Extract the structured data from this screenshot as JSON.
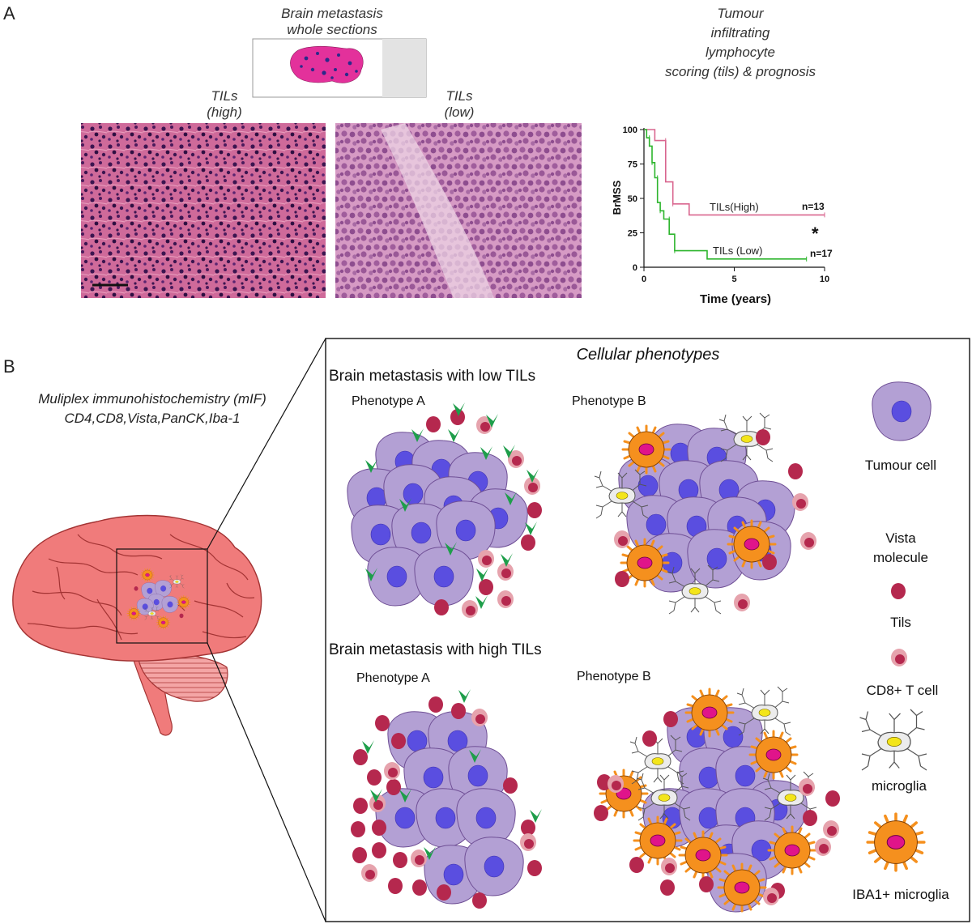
{
  "panel_a": {
    "label": "A",
    "slide_caption_line1": "Brain metastasis",
    "slide_caption_line2": "whole sections",
    "tils_high_line1": "TILs",
    "tils_high_line2": "(high)",
    "tils_low_line1": "TILs",
    "tils_low_line2": "(low)",
    "scoring_title_line1": "Tumour",
    "scoring_title_line2": "infiltrating",
    "scoring_title_line3": "lymphocyte",
    "scoring_title_line4": "scoring (tils) & prognosis"
  },
  "chart_data": {
    "type": "line",
    "title": "",
    "xlabel": "Time (years)",
    "ylabel": "BrMSS",
    "xlim": [
      0,
      10
    ],
    "ylim": [
      0,
      100
    ],
    "xticks": [
      0,
      5,
      10
    ],
    "yticks": [
      0,
      25,
      50,
      75,
      100
    ],
    "significance": "*",
    "series": [
      {
        "name": "TILs(High)",
        "n_label": "n=13",
        "color": "#d9668f",
        "steps": [
          [
            0,
            100
          ],
          [
            0.6,
            100
          ],
          [
            0.6,
            92
          ],
          [
            1.2,
            92
          ],
          [
            1.2,
            62
          ],
          [
            1.6,
            62
          ],
          [
            1.6,
            46
          ],
          [
            2.5,
            46
          ],
          [
            2.5,
            38
          ],
          [
            10,
            38
          ]
        ]
      },
      {
        "name": "TILs (Low)",
        "n_label": "n=17",
        "color": "#2db52d",
        "steps": [
          [
            0,
            100
          ],
          [
            0.15,
            100
          ],
          [
            0.15,
            94
          ],
          [
            0.3,
            94
          ],
          [
            0.3,
            88
          ],
          [
            0.45,
            88
          ],
          [
            0.45,
            76
          ],
          [
            0.6,
            76
          ],
          [
            0.6,
            65
          ],
          [
            0.75,
            65
          ],
          [
            0.75,
            47
          ],
          [
            0.9,
            47
          ],
          [
            0.9,
            41
          ],
          [
            1.1,
            41
          ],
          [
            1.1,
            35
          ],
          [
            1.4,
            35
          ],
          [
            1.4,
            24
          ],
          [
            1.7,
            24
          ],
          [
            1.7,
            12
          ],
          [
            3.5,
            12
          ],
          [
            3.5,
            6
          ],
          [
            9,
            6
          ]
        ]
      }
    ]
  },
  "panel_b": {
    "label": "B",
    "mif_line1": "Muliplex immunohistochemistry (mIF)",
    "mif_line2": "CD4,CD8,Vista,PanCK,Iba-1",
    "box_title": "Cellular phenotypes",
    "low_heading": "Brain metastasis with low TILs",
    "high_heading": "Brain metastasis with high TILs",
    "phenotype_a": "Phenotype A",
    "phenotype_b": "Phenotype B"
  },
  "legend": {
    "tumour_cell": "Tumour cell",
    "vista_line1": "Vista",
    "vista_line2": "molecule",
    "tils": "Tils",
    "cd8": "CD8+ T cell",
    "microglia": "microglia",
    "iba1": "IBA1+ microglia"
  },
  "colors": {
    "tumour_fill": "#b3a0d4",
    "tumour_nucleus": "#5a4ee0",
    "til": "#b5284e",
    "cd8_outer": "#e6a3ad",
    "vista": "#1e9e4a",
    "microglia_fill": "#ececec",
    "microglia_nucleus": "#f3e51a",
    "iba1_fill": "#f5901e",
    "iba1_nucleus": "#e0148a",
    "brain": "#f07b7b",
    "slide_tissue": "#e3319b"
  }
}
